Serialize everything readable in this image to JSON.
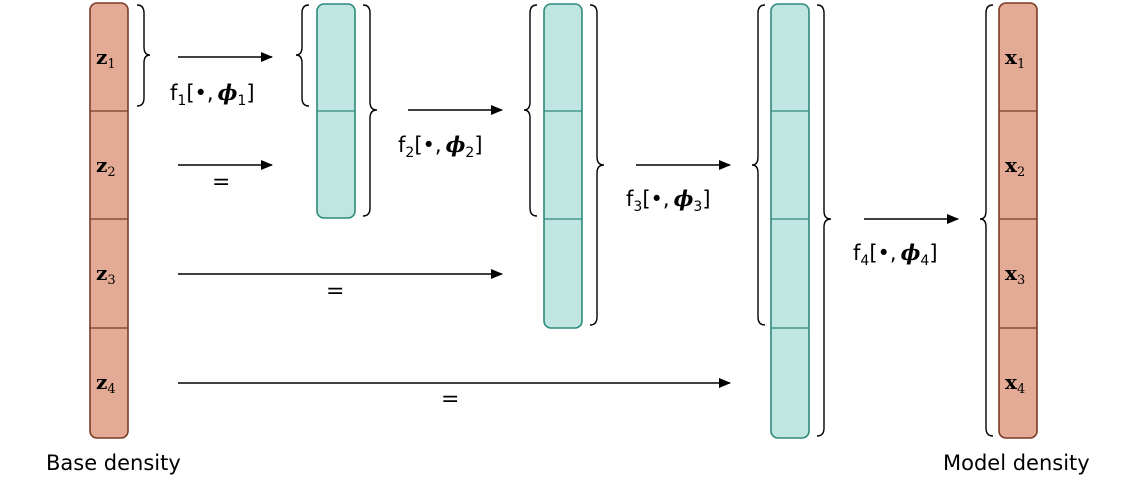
{
  "colors": {
    "base_fill": "#e3ab95",
    "base_stroke": "#7a3b26",
    "mid_fill": "#bfe6e0",
    "mid_stroke": "#2e8a7c",
    "ink": "#000000"
  },
  "captions": {
    "left": "Base density",
    "right": "Model density"
  },
  "base": {
    "latent_letter": "z",
    "labels": [
      {
        "letter": "z",
        "sub": "1"
      },
      {
        "letter": "z",
        "sub": "2"
      },
      {
        "letter": "z",
        "sub": "3"
      },
      {
        "letter": "z",
        "sub": "4"
      }
    ]
  },
  "model": {
    "labels": [
      {
        "letter": "x",
        "sub": "1"
      },
      {
        "letter": "x",
        "sub": "2"
      },
      {
        "letter": "x",
        "sub": "3"
      },
      {
        "letter": "x",
        "sub": "4"
      }
    ]
  },
  "steps": [
    {
      "fn": "f",
      "sub": "1",
      "open": "[",
      "bullet": "•",
      "comma": ",",
      "phi": "ϕ",
      "phisub": "1",
      "close": "]"
    },
    {
      "fn": "f",
      "sub": "2",
      "open": "[",
      "bullet": "•",
      "comma": ",",
      "phi": "ϕ",
      "phisub": "2",
      "close": "]"
    },
    {
      "fn": "f",
      "sub": "3",
      "open": "[",
      "bullet": "•",
      "comma": ",",
      "phi": "ϕ",
      "phisub": "3",
      "close": "]"
    },
    {
      "fn": "f",
      "sub": "4",
      "open": "[",
      "bullet": "•",
      "comma": ",",
      "phi": "ϕ",
      "phisub": "4",
      "close": "]"
    }
  ],
  "equals": [
    "=",
    "=",
    "="
  ]
}
